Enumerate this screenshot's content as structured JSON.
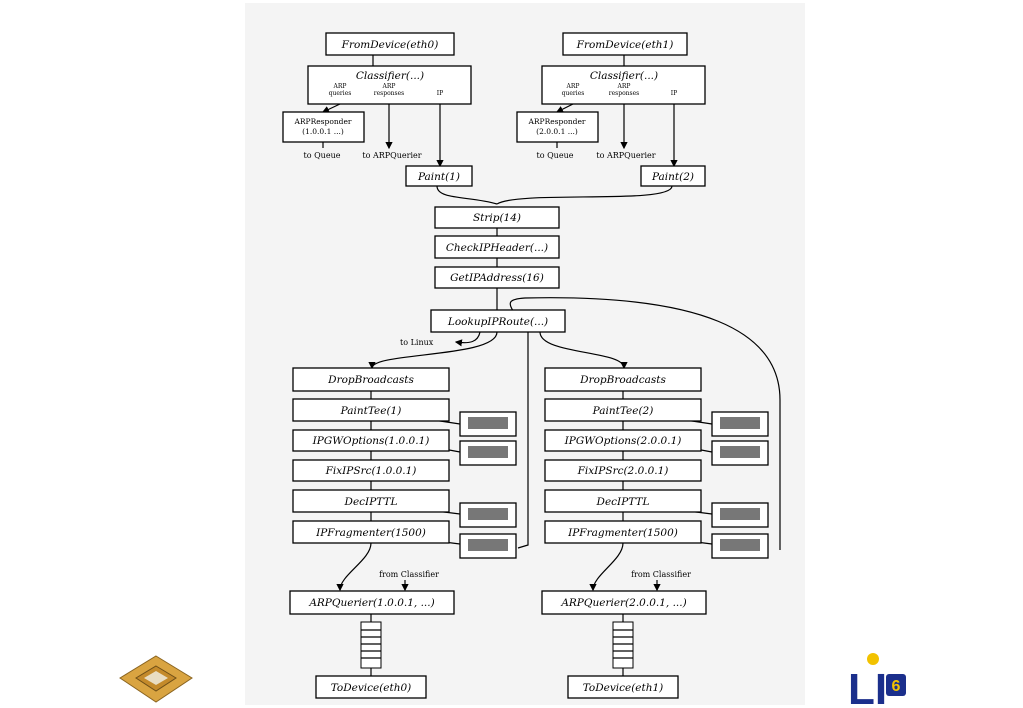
{
  "nodes": {
    "fromdevice0": "FromDevice(eth0)",
    "fromdevice1": "FromDevice(eth1)",
    "classifier0": "Classifier(...)",
    "classifier1": "Classifier(...)",
    "arpresponder0_a": "ARPResponder",
    "arpresponder0_b": "(1.0.0.1 ...)",
    "arpresponder1_a": "ARPResponder",
    "arpresponder1_b": "(2.0.0.1 ...)",
    "paint1": "Paint(1)",
    "paint2": "Paint(2)",
    "strip": "Strip(14)",
    "checkipheader": "CheckIPHeader(...)",
    "getipaddress": "GetIPAddress(16)",
    "lookupiproute": "LookupIPRoute(...)",
    "dropbroadcasts_l": "DropBroadcasts",
    "painttee_l": "PaintTee(1)",
    "ipgwoptions_l": "IPGWOptions(1.0.0.1)",
    "fixipsrc_l": "FixIPSrc(1.0.0.1)",
    "decipttl_l": "DecIPTTL",
    "ipfragmenter_l": "IPFragmenter(1500)",
    "arpquerier_l": "ARPQuerier(1.0.0.1, ...)",
    "todevice_l": "ToDevice(eth0)",
    "dropbroadcasts_r": "DropBroadcasts",
    "painttee_r": "PaintTee(2)",
    "ipgwoptions_r": "IPGWOptions(2.0.0.1)",
    "fixipsrc_r": "FixIPSrc(2.0.0.1)",
    "decipttl_r": "DecIPTTL",
    "ipfragmenter_r": "IPFragmenter(1500)",
    "arpquerier_r": "ARPQuerier(2.0.0.1, ...)",
    "todevice_r": "ToDevice(eth1)"
  },
  "ports": {
    "arp_queries": [
      "ARP",
      "queries"
    ],
    "arp_responses": [
      "ARP",
      "responses"
    ],
    "ip": "IP"
  },
  "notes": {
    "to_queue": "to Queue",
    "to_arpquerier": "to ARPQuerier",
    "to_linux": "to Linux",
    "from_classifier": "from Classifier"
  },
  "logo": {
    "letters": "LI",
    "superscript": "6"
  },
  "colors": {
    "logo_blue": "#1b2f8c",
    "logo_yellow": "#f2c200",
    "chip_gold": "#d9a441"
  }
}
